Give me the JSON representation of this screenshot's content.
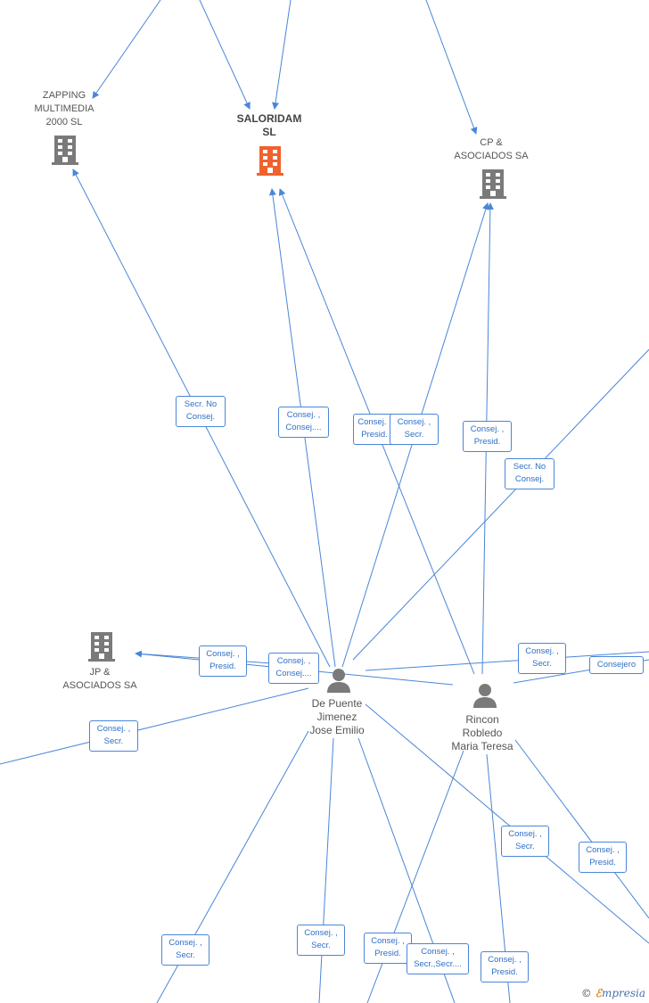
{
  "companies": {
    "zapping": {
      "label": "ZAPPING\nMULTIMEDIA\n2000  SL",
      "color": "#7a7a7a"
    },
    "saloridam": {
      "label": "SALORIDAM\nSL",
      "color": "#f0622d"
    },
    "cp": {
      "label": "CP &\nASOCIADOS SA",
      "color": "#7a7a7a"
    },
    "jp": {
      "label": "JP &\nASOCIADOS SA",
      "color": "#7a7a7a"
    }
  },
  "people": {
    "depuente": {
      "label": "De Puente\nJimenez\nJose Emilio"
    },
    "rincon": {
      "label": "Rincon\nRobledo\nMaria Teresa"
    }
  },
  "roles": {
    "r1": "Secr.  No\nConsej.",
    "r2": "Consej. ,\nConsej....",
    "r3": "Consej. ,\nPresid.",
    "r4": "Consej. ,\nSecr.",
    "r5": "Consej. ,\nPresid.",
    "r6": "Secr.  No\nConsej.",
    "r7": "Consej. ,\nPresid.",
    "r8": "Consej. ,\nConsej....",
    "r9": "Consej. ,\nSecr.",
    "r10": "Consejero",
    "r11": "Consej. ,\nSecr.",
    "r12": "Consej. ,\nSecr.",
    "r13": "Consej. ,\nPresid.",
    "r14": "Consej. ,\nSecr.",
    "r15": "Consej. ,\nSecr.",
    "r16": "Consej. ,\nPresid.",
    "r17": "Consej. ,\nSecr.,Secr....",
    "r18": "Consej. ,\nPresid."
  },
  "watermark": {
    "symbol": "©",
    "brand_initial": "ℰ",
    "brand_rest": "mpresia"
  },
  "colors": {
    "edge": "#4a86d8",
    "company_gray": "#7a7a7a",
    "company_highlight": "#f0622d",
    "person": "#7a7a7a"
  }
}
